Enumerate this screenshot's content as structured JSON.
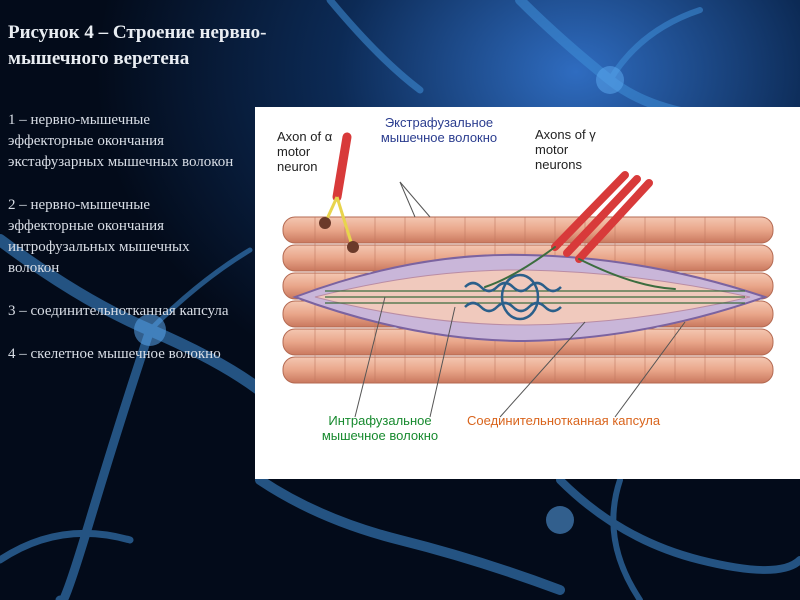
{
  "slide": {
    "title": "Рисунок 4 – Строение нервно-мышечного веретена",
    "legend": [
      "1 – нервно-мышечные эффекторные окончания экстафузарных мышечных волокон",
      "2 – нервно-мышечные эффекторные окончания интрофузальных мышечных волокон",
      "3 – соединительнотканная капсула",
      "4 – скелетное мышечное волокно"
    ]
  },
  "diagram": {
    "labels": {
      "alpha_axon": "Axon of α motor neuron",
      "extrafusal": "Экстрафузальное мышечное волокно",
      "gamma_axons": "Axons of γ motor neurons",
      "intrafusal": "Интрафузальное мышечное волокно",
      "capsule": "Соединительнотканная капсула"
    },
    "colors": {
      "extrafusal_fiber": "#e9a68a",
      "capsule": "#c9b6d9",
      "axon": "#d83a3a",
      "nerve_ending": "#2b5f8a",
      "green_text": "#178a2e",
      "blue_text": "#2b3d8f",
      "orange_text": "#d9641c"
    }
  }
}
